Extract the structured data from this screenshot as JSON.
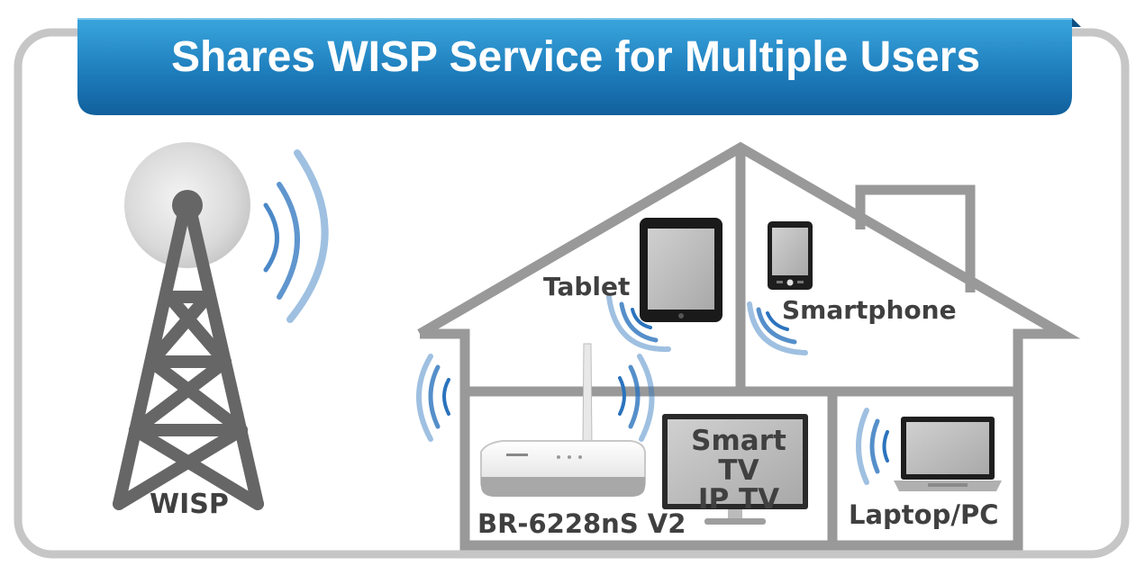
{
  "title": "Shares WISP Service for Multiple Users",
  "labels": {
    "wisp": "WISP",
    "tablet": "Tablet",
    "smartphone": "Smartphone",
    "router": "BR-6228nS V2",
    "smart_tv_line1": "Smart TV",
    "smart_tv_line2": "IP TV",
    "laptop": "Laptop/PC"
  },
  "colors": {
    "banner": "#1d7ab8",
    "frame": "#c6c6c6",
    "house": "#999999",
    "text": "#404040",
    "signal": "#2b73bd"
  }
}
